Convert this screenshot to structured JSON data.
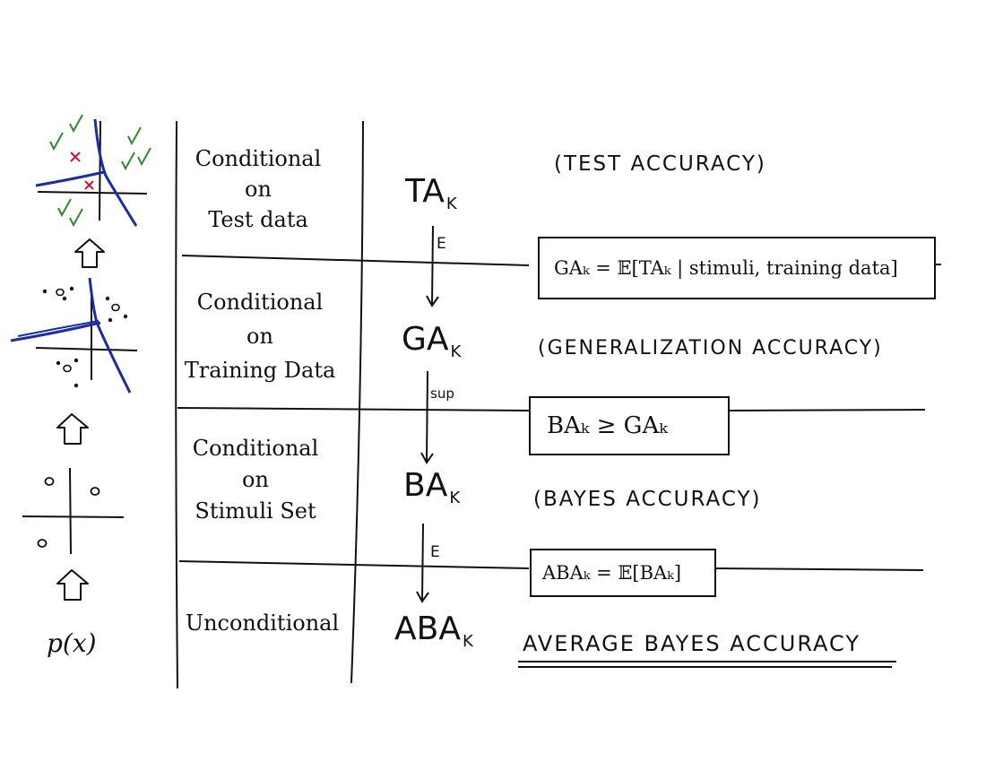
{
  "colors": {
    "ink": "#111111",
    "boundary": "#1a2ea0",
    "check": "#2e8b2e",
    "cross": "#d2143a"
  },
  "rows": [
    {
      "condition_lines": [
        "Conditional",
        "on",
        "Test  data"
      ],
      "variable": "TA",
      "subscript": "K",
      "accuracy_name": "(TEST  ACCURACY)"
    },
    {
      "condition_lines": [
        "Conditional",
        "on",
        "Training Data"
      ],
      "variable": "GA",
      "subscript": "K",
      "accuracy_name": "(GENERALIZATION  ACCURACY)"
    },
    {
      "condition_lines": [
        "Conditional",
        "on",
        "Stimuli  Set"
      ],
      "variable": "BA",
      "subscript": "K",
      "accuracy_name": "(BAYES  ACCURACY)"
    },
    {
      "condition_lines": [
        "Unconditional"
      ],
      "variable": "ABA",
      "subscript": "K",
      "accuracy_name": "AVERAGE  BAYES  ACCURACY"
    }
  ],
  "operators": [
    "E",
    "sup",
    "E"
  ],
  "boxes": [
    {
      "formula": "GAₖ = 𝔼[TAₖ | stimuli,  training  data]"
    },
    {
      "formula": "BAₖ ≥ GAₖ"
    },
    {
      "formula": "ABAₖ = 𝔼[BAₖ]"
    }
  ],
  "left_column": {
    "bottom_label": "p(x)",
    "point_markers": [
      "o",
      "x",
      "✓"
    ]
  }
}
